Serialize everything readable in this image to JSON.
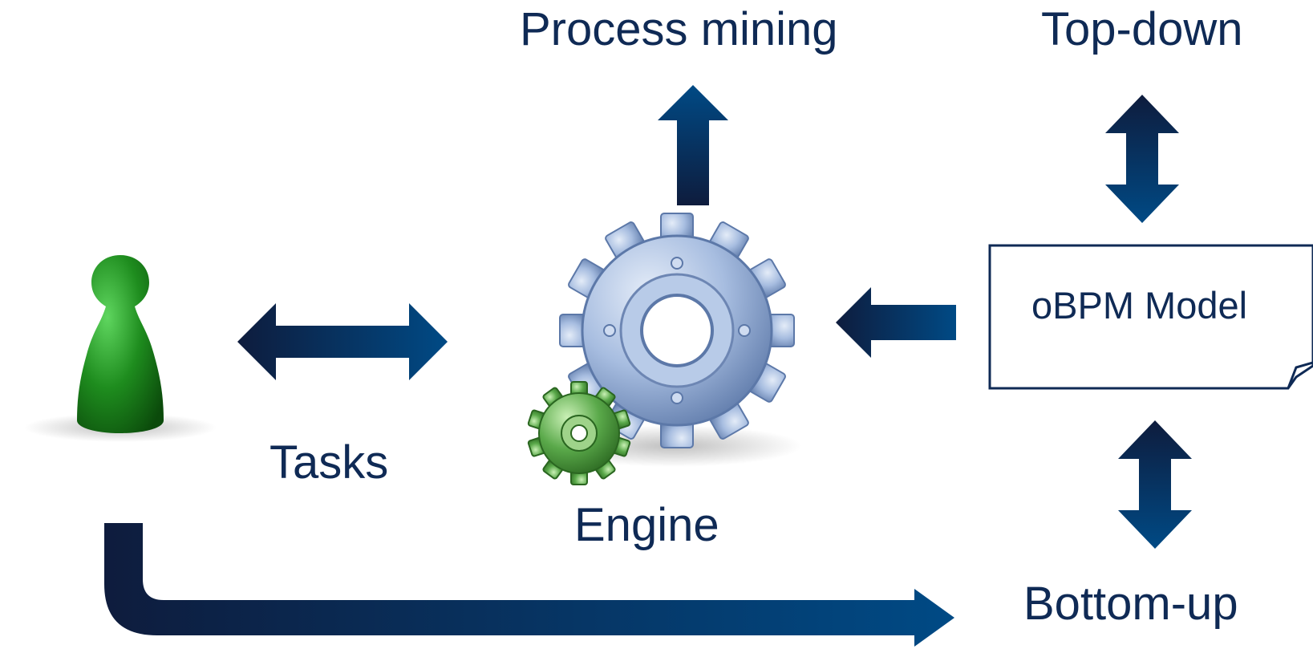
{
  "labels": {
    "process_mining": "Process mining",
    "top_down": "Top-down",
    "tasks": "Tasks",
    "engine": "Engine",
    "bottom_up": "Bottom-up",
    "model": "oBPM Model"
  },
  "colors": {
    "arrow_dark": "#0e1c3d",
    "arrow_light": "#004a85",
    "text": "#0f2a55",
    "pawn": "#1e8c1e",
    "gear_main": "#a7bde0",
    "gear_small": "#5aa94a"
  },
  "icons": [
    "pawn-icon",
    "gear-icon"
  ]
}
